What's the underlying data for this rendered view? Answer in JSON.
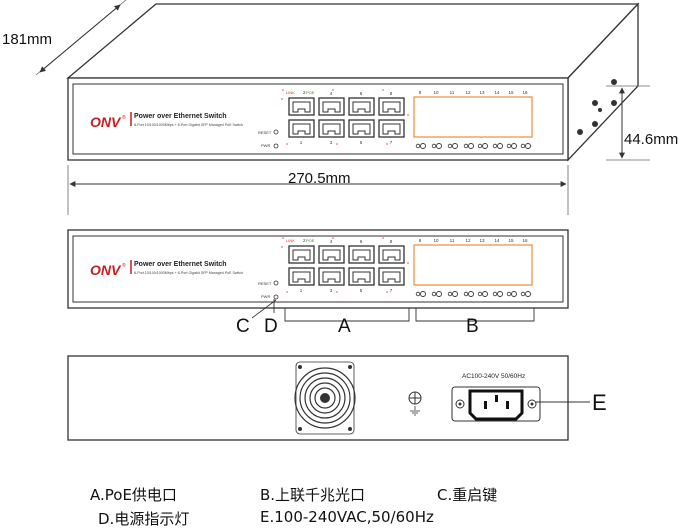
{
  "dimensions": {
    "depth": "181mm",
    "width": "270.5mm",
    "height": "44.6mm"
  },
  "panel": {
    "brand": "ONV",
    "brand_mark": "®",
    "title": "Power over Ethernet Switch",
    "subtitle": "8-Port 10/100/1000Mbps + 8-Port Gigabit SFP Managed PoE Switch",
    "reset_label": "RESET",
    "pwr_label": "PWR",
    "link_label": "LINK",
    "poe_label": "POE",
    "top_port_numbers": [
      "2",
      "4",
      "6",
      "8"
    ],
    "bottom_port_numbers": [
      "1",
      "3",
      "5",
      "7"
    ],
    "sfp_numbers": [
      "9",
      "10",
      "11",
      "12",
      "13",
      "14",
      "15",
      "16"
    ]
  },
  "callouts": {
    "c": "C",
    "d": "D",
    "a": "A",
    "b": "B",
    "e": "E"
  },
  "rear": {
    "power_rating": "AC100-240V 50/60Hz"
  },
  "legend": {
    "a": "A.PoE供电口",
    "b": "B.上联千兆光口",
    "c": "C.重启键",
    "d": "D.电源指示灯",
    "e": "E.100-240VAC,50/60Hz"
  },
  "colors": {
    "line": "#333333",
    "brand_red": "#c81e1e",
    "sfp_orange": "#f08c3c",
    "port_red": "#e03030"
  }
}
